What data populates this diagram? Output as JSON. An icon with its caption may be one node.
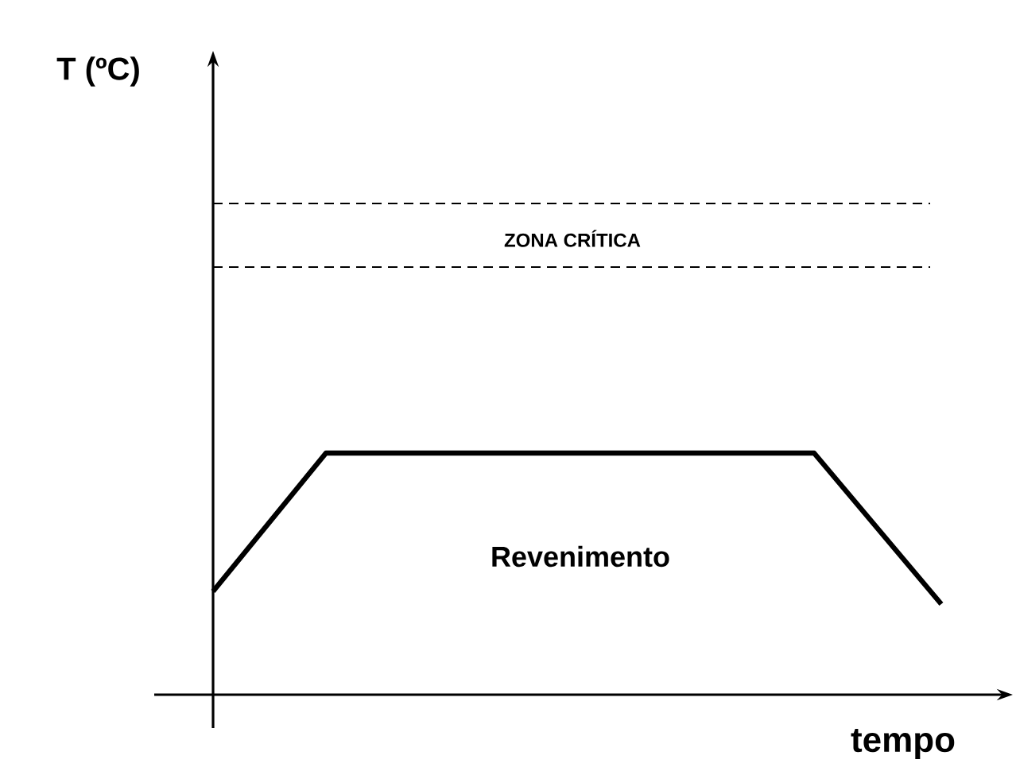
{
  "diagram": {
    "labels": [
      "T (ºC)",
      "ZONA CRÍTICA",
      "Revenimento",
      "tempo"
    ]
  }
}
